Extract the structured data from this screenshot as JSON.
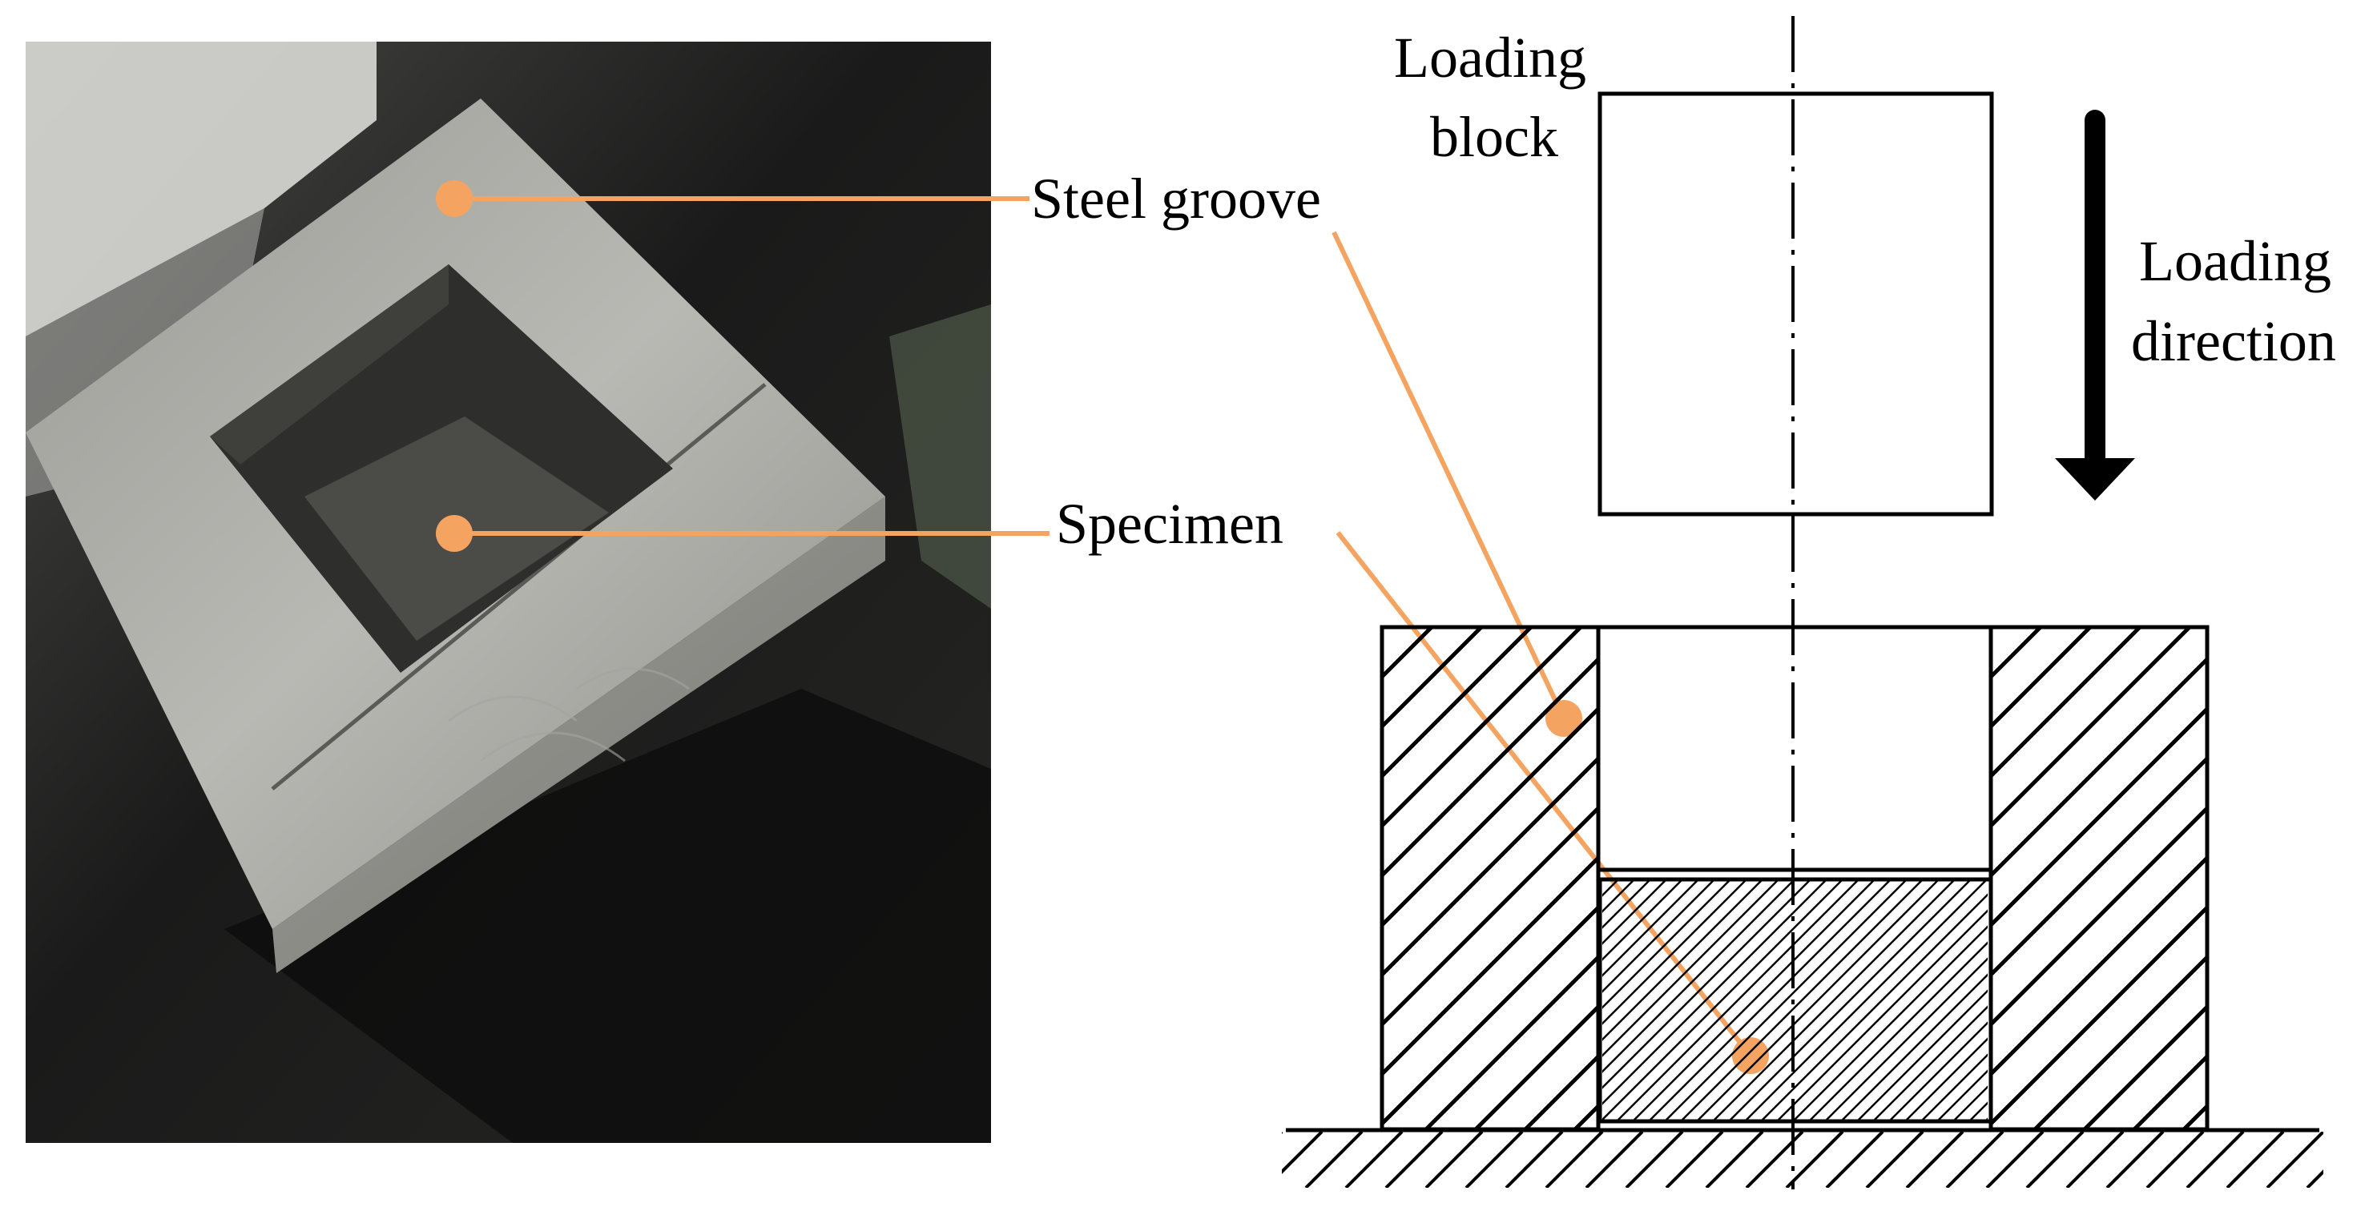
{
  "labels": {
    "steel_groove": "Steel groove",
    "specimen": "Specimen",
    "loading_block_line1": "Loading",
    "loading_block_line2": "block",
    "loading_direction_line1": "Loading",
    "loading_direction_line2": "direction"
  },
  "colors": {
    "callout": "#F4A460",
    "line": "#000000",
    "photo_bg": "#1c1c1c",
    "steel": "#8a8a86"
  }
}
